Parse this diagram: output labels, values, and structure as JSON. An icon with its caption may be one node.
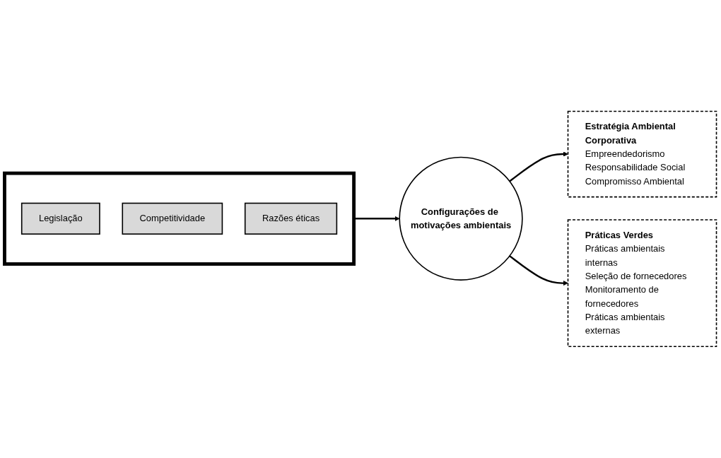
{
  "diagram": {
    "nodes": [
      {
        "text": [],
        "shape": "box"
      },
      {
        "text": [
          "Legislação"
        ],
        "in": 0
      },
      {
        "text": [
          "Competitividade"
        ],
        "in": 0
      },
      {
        "text": [
          "Razões éticas"
        ],
        "in": 0
      },
      {
        "text": [
          "Configurações de motivações ambientais"
        ]
      },
      {
        "text": [
          "Estratégia Ambiental Corporativa",
          "Empreendedorismo",
          "Responsabilidade Social",
          "Compromisso Ambiental"
        ]
      },
      {
        "text": [
          "Práticas Verdes",
          "Práticas ambientais internas",
          "Seleção de fornecedores",
          "Monitoramento de fornecedores",
          "Práticas ambientais externas"
        ]
      }
    ],
    "edges": [
      {
        "from": 0,
        "to": 4,
        "arrow": "to"
      },
      {
        "from": 4,
        "to": 5,
        "arrow": "to"
      },
      {
        "from": 4,
        "to": 6,
        "arrow": "to"
      }
    ]
  }
}
